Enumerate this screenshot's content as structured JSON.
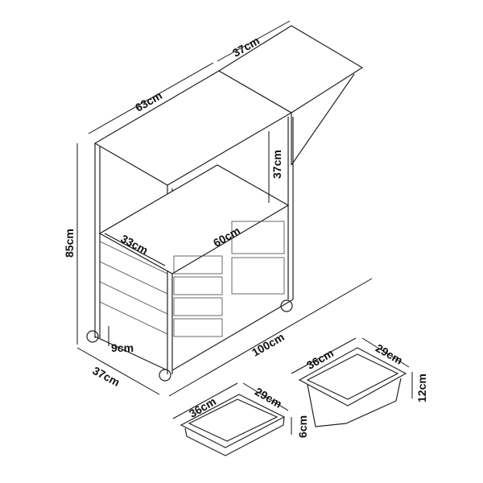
{
  "diagram": {
    "type": "product-dimension-drawing",
    "subject": "Rolling cart with drawers and fold-out side table",
    "dimensions": {
      "top_width": "63cm",
      "side_table_width": "37cm",
      "shelf_height": "37cm",
      "shelf_width": "60cm",
      "shelf_depth": "33cm",
      "total_height": "85cm",
      "total_width": "100cm",
      "depth": "37cm",
      "ground_clearance": "9cm"
    },
    "small_drawer": {
      "width": "36cm",
      "depth": "29cm",
      "height": "6cm"
    },
    "large_drawer": {
      "width": "36cm",
      "depth": "29cm",
      "height": "12cm"
    }
  }
}
